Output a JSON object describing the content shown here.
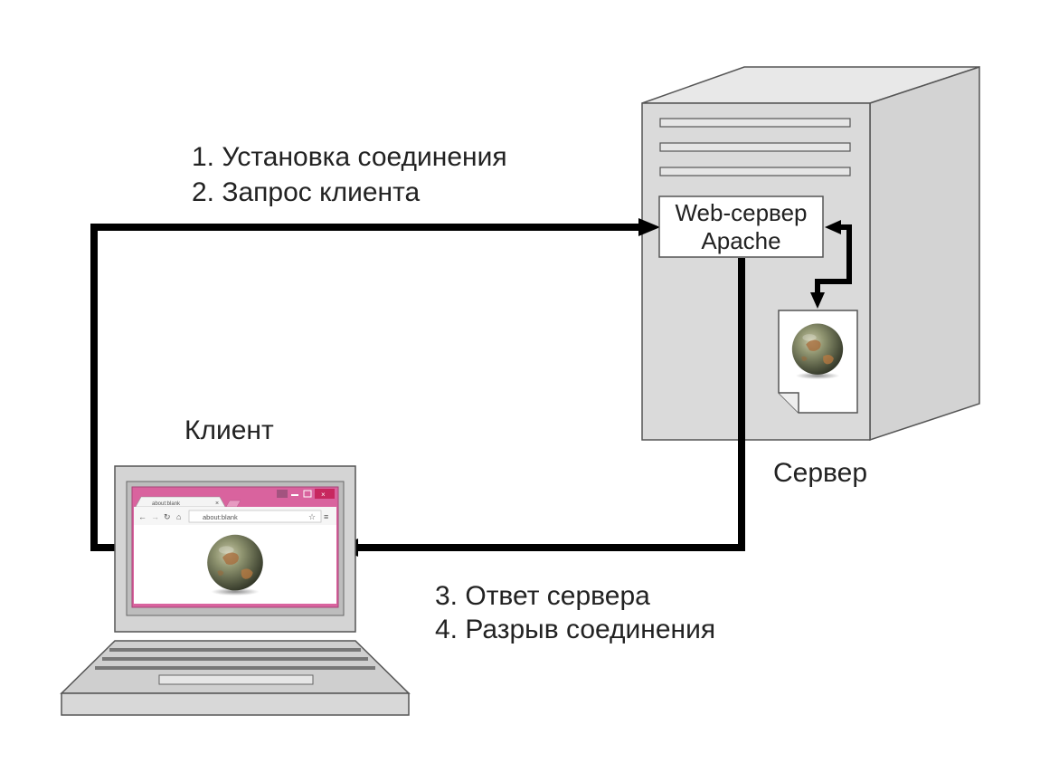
{
  "labels": {
    "step1": "1. Установка соединения",
    "step2": "2. Запрос клиента",
    "step3": "3. Ответ сервера",
    "step4": "4. Разрыв соединения",
    "client": "Клиент",
    "server": "Сервер",
    "webserver_line1": "Web-сервер",
    "webserver_line2": "Apache"
  },
  "browser": {
    "tab_title": "about:blank",
    "address": "about:blank"
  },
  "colors": {
    "arrow": "#000000",
    "browser_frame": "#d9639e",
    "device_gray": "#d0d0d0",
    "outline": "#555555"
  },
  "icons": {
    "globe": "globe-icon",
    "document": "document-icon"
  }
}
